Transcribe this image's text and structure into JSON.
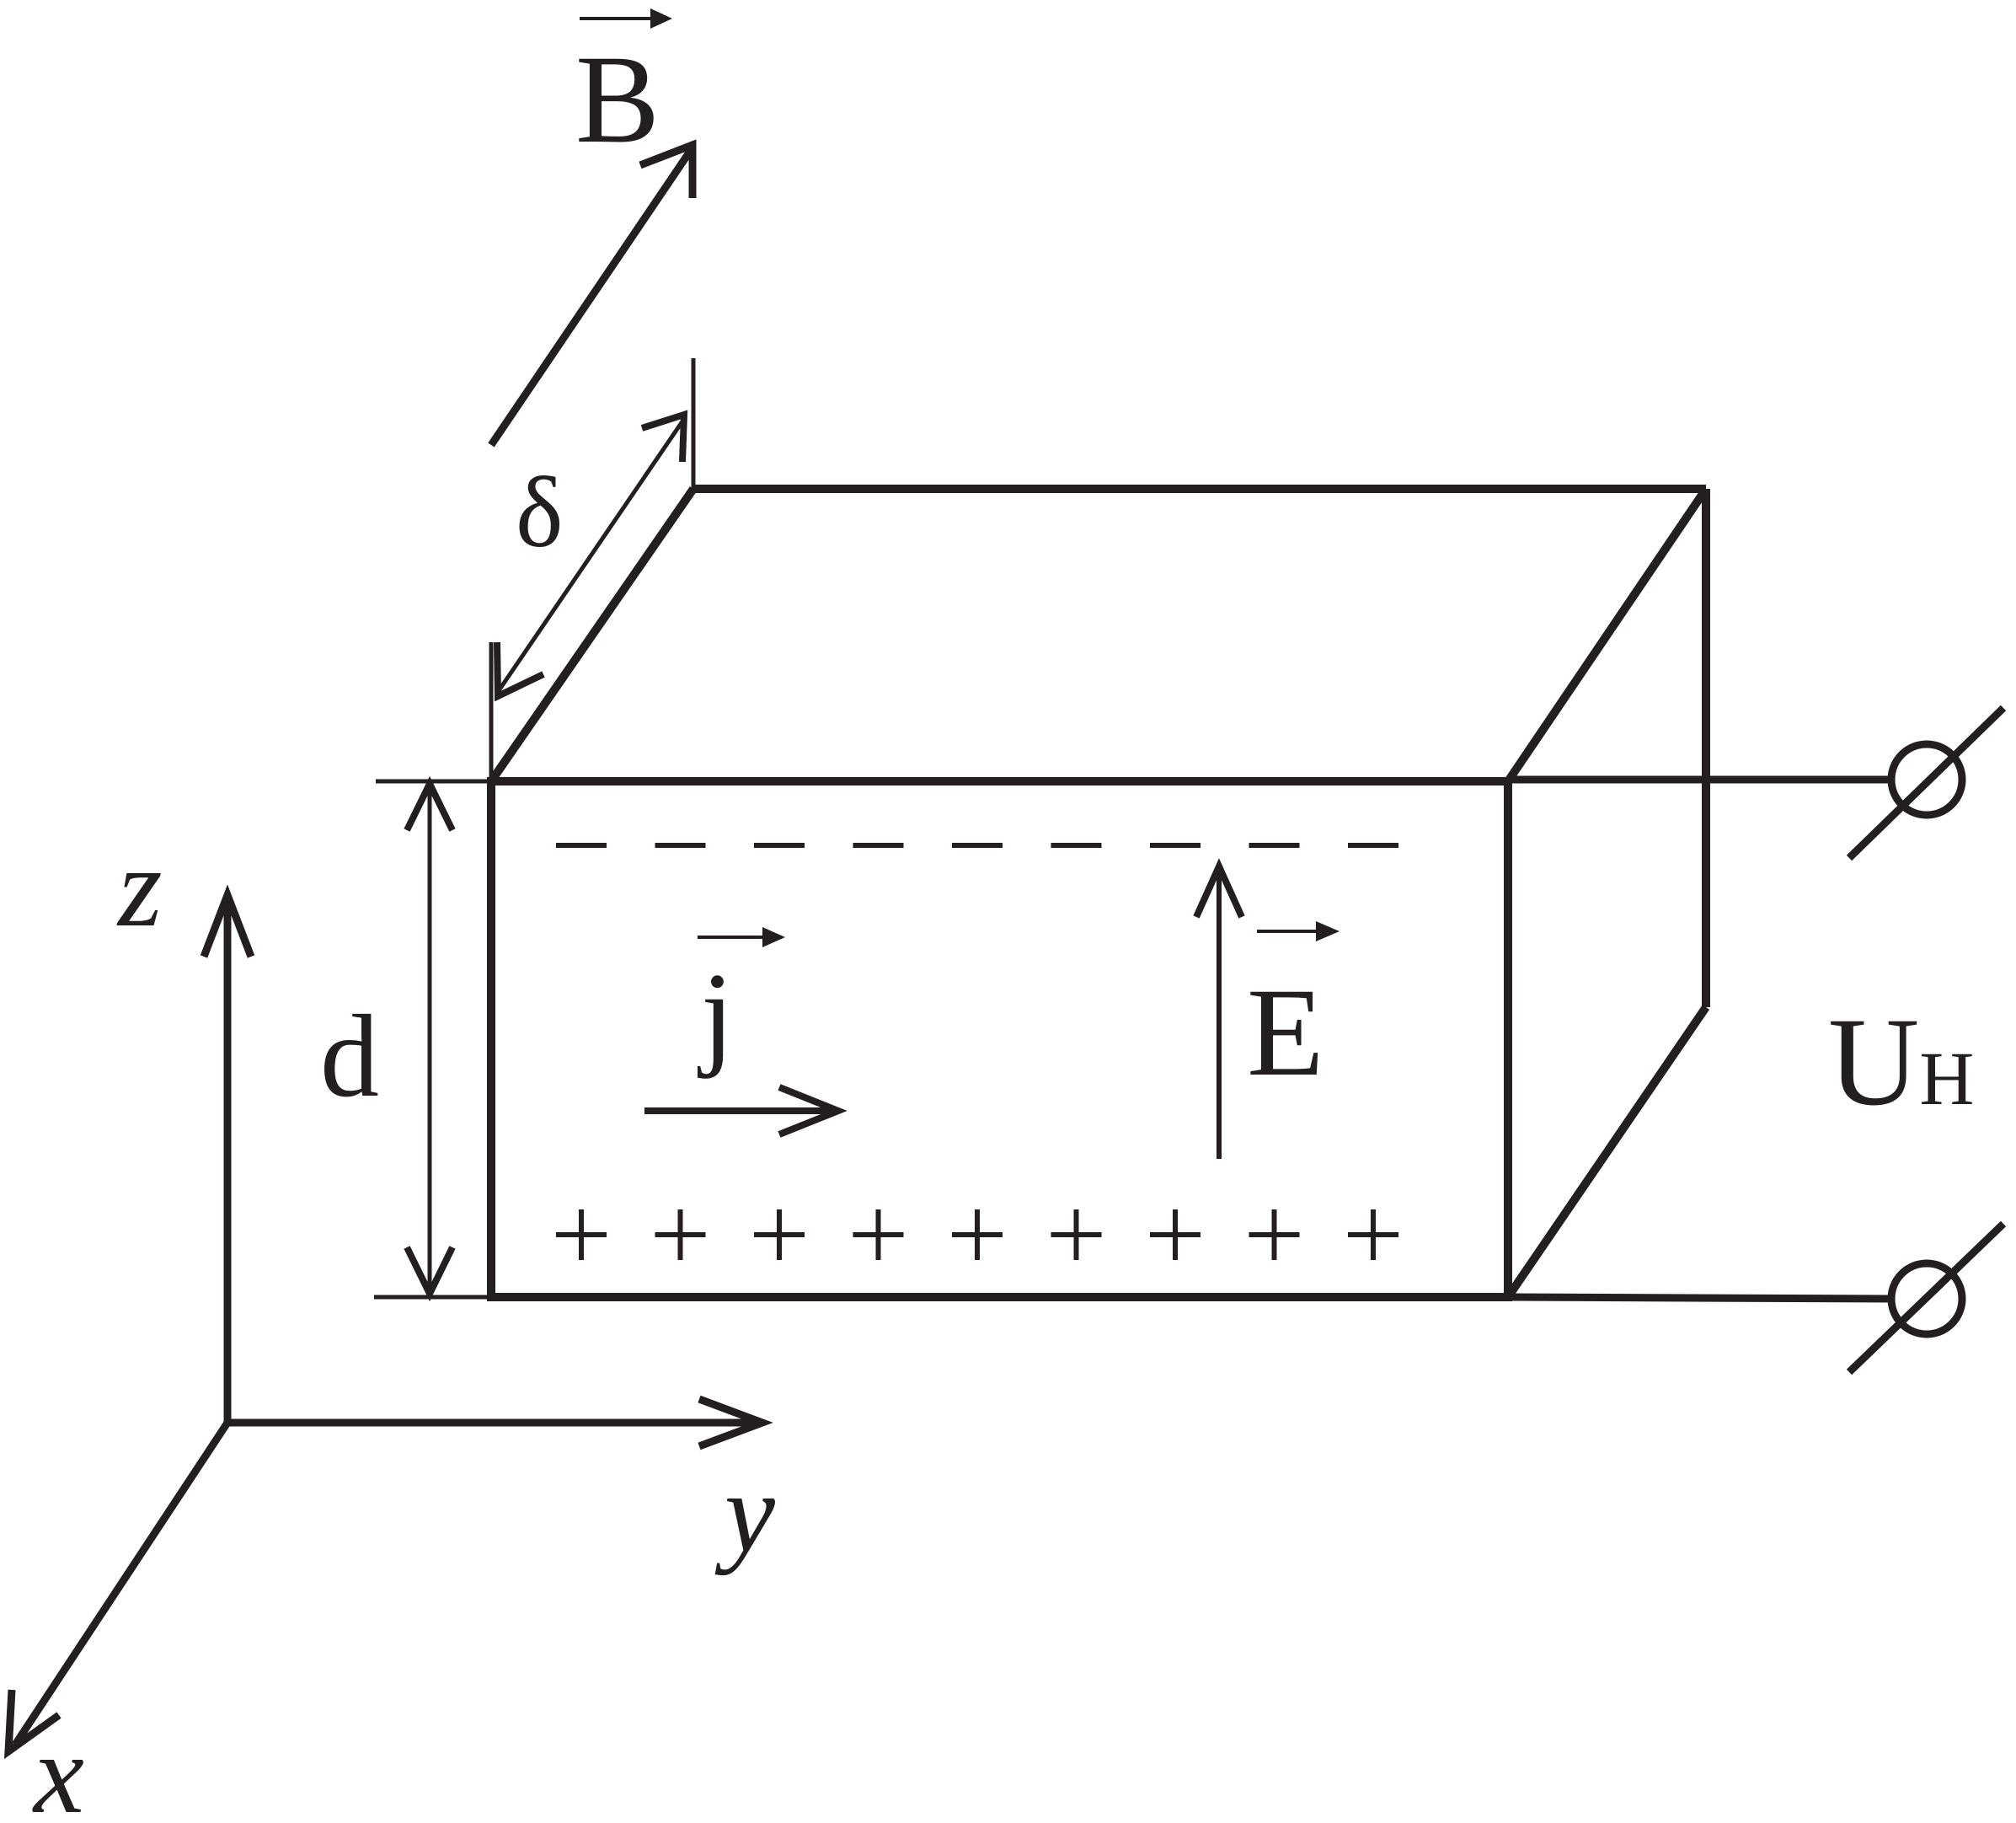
{
  "labels": {
    "B": "B",
    "delta": "δ",
    "z": "z",
    "d": "d",
    "j": "j",
    "E": "E",
    "U": "U",
    "U_sub": "H",
    "y": "y",
    "x": "x"
  },
  "charges": {
    "negative_count": 9,
    "positive_count": 9
  },
  "colors": {
    "ink": "#231f20",
    "background": "#ffffff"
  }
}
